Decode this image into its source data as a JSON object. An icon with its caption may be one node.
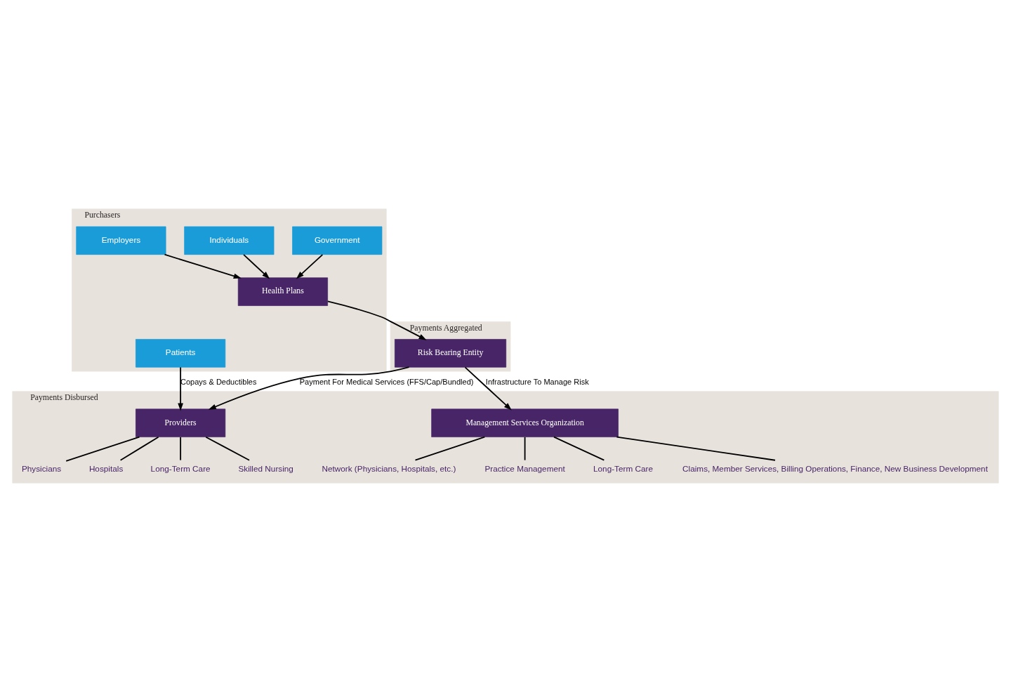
{
  "diagram": {
    "nodes": [
      {
        "text": [
          "Purchasers"
        ]
      },
      {
        "text": [
          "Government"
        ],
        "in": 0
      },
      {
        "text": [
          "Individuals"
        ],
        "in": 0
      },
      {
        "text": [
          "Employers"
        ],
        "in": 0
      },
      {
        "text": [
          "Patients"
        ],
        "in": 0
      },
      {
        "text": [
          "Health Plans"
        ],
        "in": 0
      },
      {
        "text": [
          "Payments Aggregated"
        ]
      },
      {
        "text": [
          "Risk Bearing Entity"
        ],
        "in": 6
      },
      {
        "text": [
          "Payments Disbursed"
        ]
      },
      {
        "text": [
          "Providers"
        ],
        "in": 8
      },
      {
        "text": [
          "Management Services Organization"
        ],
        "in": 8
      },
      {
        "text": [
          "Physicians"
        ],
        "in": 8
      },
      {
        "text": [
          "Hospitals"
        ],
        "in": 8
      },
      {
        "text": [
          "Long-Term Care"
        ],
        "in": 8
      },
      {
        "text": [
          "Skilled Nursing"
        ],
        "in": 8
      },
      {
        "text": [
          "Network (Physicians, Hospitals, etc.)"
        ],
        "in": 8
      },
      {
        "text": [
          "Practice Management"
        ],
        "in": 8
      },
      {
        "text": [
          "Long-Term Care"
        ],
        "in": 8
      },
      {
        "text": [
          "Claims, Member Services, Billing Operations, Finance, New Business Development"
        ],
        "in": 8
      }
    ],
    "edges": [
      {
        "from": 1,
        "to": 5,
        "arrow": "to"
      },
      {
        "from": 2,
        "to": 5,
        "arrow": "to"
      },
      {
        "from": 3,
        "to": 5,
        "arrow": "to"
      },
      {
        "from": 5,
        "to": 7,
        "arrow": "to"
      },
      {
        "from": 4,
        "to": 9,
        "arrow": "to",
        "label": "Copays & Deductibles"
      },
      {
        "from": 7,
        "to": 9,
        "arrow": "to",
        "label": "Payment For Medical Services (FFS/Cap/Bundled)"
      },
      {
        "from": 7,
        "to": 10,
        "arrow": "to",
        "label": "Infrastructure To Manage Risk"
      },
      {
        "from": 9,
        "to": 11,
        "arrow": "none"
      },
      {
        "from": 9,
        "to": 12,
        "arrow": "none"
      },
      {
        "from": 9,
        "to": 13,
        "arrow": "none"
      },
      {
        "from": 9,
        "to": 14,
        "arrow": "none"
      },
      {
        "from": 10,
        "to": 15,
        "arrow": "none"
      },
      {
        "from": 10,
        "to": 16,
        "arrow": "none"
      },
      {
        "from": 10,
        "to": 17,
        "arrow": "none"
      },
      {
        "from": 10,
        "to": 18,
        "arrow": "none"
      }
    ]
  }
}
